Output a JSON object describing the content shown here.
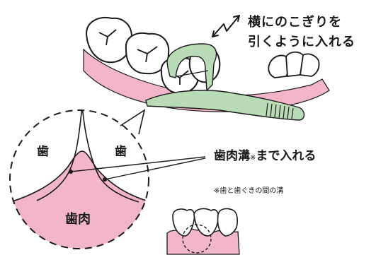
{
  "instruction": {
    "line1": "横にのこぎりを",
    "line2": "引くように入れる"
  },
  "callout": {
    "label": "歯肉溝",
    "note_mark": "※",
    "suffix": "まで入れる"
  },
  "footnote": "※歯と歯ぐきの間の溝",
  "magnified": {
    "tooth_left": "歯",
    "tooth_right": "歯",
    "gum": "歯肉"
  },
  "colors": {
    "gum_pink": "#f2b6c8",
    "floss_green": "#b9dbb6",
    "outline": "#1a1a1a"
  },
  "icons": {
    "motion": "zigzag-double-arrow-icon"
  }
}
